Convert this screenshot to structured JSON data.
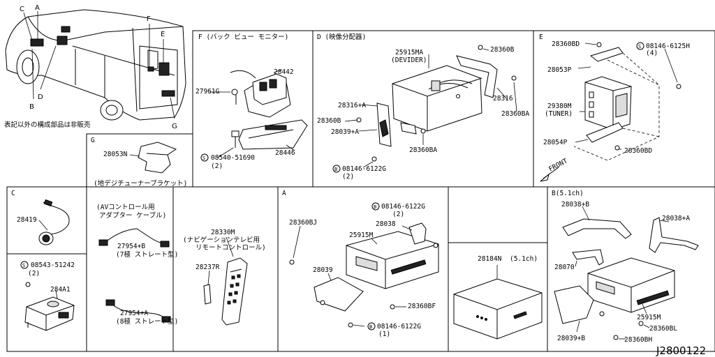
{
  "diagram_id": "J2800122",
  "main": {
    "marker_c": "C",
    "marker_a": "A",
    "marker_f": "F",
    "marker_e": "E",
    "marker_d": "D",
    "marker_b": "B",
    "marker_g": "G",
    "note": "表記以外の構成部品は非販売"
  },
  "panel_f": {
    "title": "F (バック ビュー モニター)",
    "p28442": "28442",
    "p27961g": "27961G",
    "p28446": "28446",
    "bolt": "08540-51690",
    "bolt_qty": "(2)"
  },
  "panel_d": {
    "title": "D (映像分配器)",
    "p25915ma": "25915MA",
    "devider": "(DEVIDER)",
    "p28360b": "28360B",
    "p28316": "28316",
    "p28316a": "28316+A",
    "p28360ba_r": "28360BA",
    "p28360b_l": "28360B",
    "p28039a": "28039+A",
    "p28360ba_b": "28360BA",
    "bolt": "08146-6122G",
    "bolt_qty": "(2)"
  },
  "panel_e": {
    "title": "E",
    "p28360bd_t": "28360BD",
    "bolt": "08146-6125H",
    "bolt_qty": "(4)",
    "p28053p": "28053P",
    "p29380m": "29380M",
    "tuner": "(TUNER)",
    "p28054p": "28054P",
    "p28360bd_b": "28360BD",
    "front": "FRONT"
  },
  "panel_g": {
    "title": "G",
    "p28053n": "28053N",
    "caption": "(地デジチューナーブラケット)"
  },
  "panel_c": {
    "title": "C",
    "p28419": "28419"
  },
  "panel_c2": {
    "bolt": "08543-51242",
    "bolt_qty": "(2)",
    "p284a1": "284A1"
  },
  "panel_av": {
    "heading1": "(AVコントロール用",
    "heading2": "アダプター ケーブル)",
    "p27954b": "27954+B",
    "p27954b_sub": "(7極 ストレート型)",
    "p27954a": "27954+A",
    "p27954a_sub": "(8極 ストレート型)"
  },
  "panel_nav": {
    "p28330m": "28330M",
    "sub1": "(ナビゲーションテレビ用",
    "sub2": "リモートコントロール)",
    "p28237r": "28237R"
  },
  "panel_a": {
    "title": "A",
    "bolt_t": "08146-6122G",
    "bolt_t_qty": "(2)",
    "p28360bj": "28360BJ",
    "p28038": "28038",
    "p25915m": "25915M",
    "p28039": "28039",
    "p28360bf": "28360BF",
    "bolt_b": "08146-6122G",
    "bolt_b_qty": "(1)"
  },
  "panel_5ch": {
    "p28184n": "28184N",
    "sub": "(5.1ch)"
  },
  "panel_b": {
    "title": "B(5.1ch)",
    "p28038b": "28038+B",
    "p28038a": "28038+A",
    "p28070": "28070",
    "p25915m": "25915M",
    "p28360bl": "28360BL",
    "p28039b": "28039+B",
    "p28360bh": "28360BH"
  }
}
